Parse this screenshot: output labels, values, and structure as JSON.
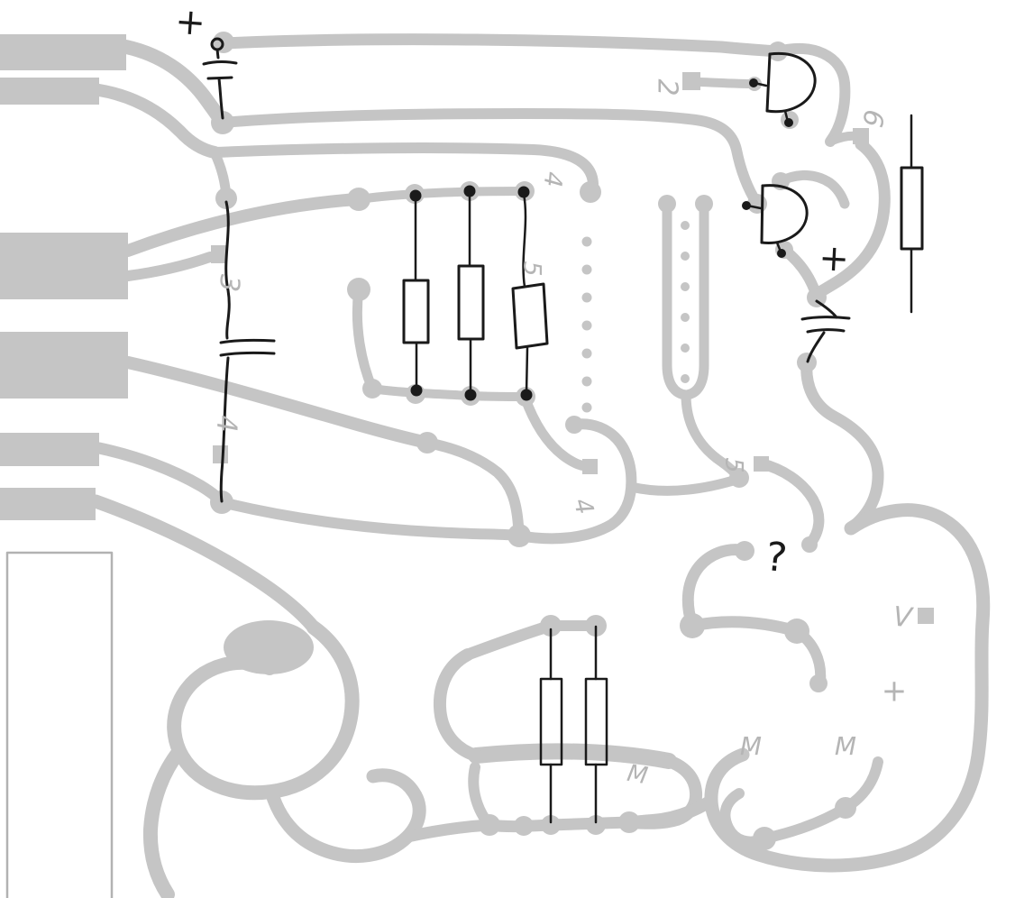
{
  "meta": {
    "title": "Hand-drawn PCB copper trace layout with component overlay",
    "background": "#ffffff",
    "trace_color": "#c5c5c5",
    "pad_color": "#c5c5c5",
    "outline_color": "#b2b2b2",
    "ink_color": "#1a1a1a",
    "label_color": "#b5b5b5"
  },
  "edge_connector": {
    "pad_count": 6
  },
  "labels": [
    {
      "id": "plus-top-left",
      "text": "+"
    },
    {
      "id": "pin-2",
      "text": "2"
    },
    {
      "id": "pin-6",
      "text": "6"
    },
    {
      "id": "pin-3",
      "text": "3"
    },
    {
      "id": "pin-4-left",
      "text": "4"
    },
    {
      "id": "pin-4-top",
      "text": "4"
    },
    {
      "id": "pin-5-mid",
      "text": "5"
    },
    {
      "id": "plus-right",
      "text": "+"
    },
    {
      "id": "pin-5-right",
      "text": "5"
    },
    {
      "id": "pin-4-center",
      "text": "4"
    },
    {
      "id": "question-mark",
      "text": "?"
    },
    {
      "id": "label-v",
      "text": "V"
    },
    {
      "id": "plus-bottom-right",
      "text": "+"
    },
    {
      "id": "mark-m-1",
      "text": "M"
    },
    {
      "id": "mark-m-2",
      "text": "M"
    },
    {
      "id": "mark-m-3",
      "text": "M"
    }
  ],
  "components": [
    {
      "name": "electrolytic-capacitor",
      "location": "top-left"
    },
    {
      "name": "film-capacitor",
      "location": "left-center"
    },
    {
      "name": "resistor",
      "location": "center-1"
    },
    {
      "name": "resistor",
      "location": "center-2"
    },
    {
      "name": "resistor",
      "location": "center-3"
    },
    {
      "name": "transistor",
      "location": "top-right",
      "package": "half-round-outline"
    },
    {
      "name": "transistor",
      "location": "right",
      "package": "half-round-outline"
    },
    {
      "name": "electrolytic-capacitor",
      "location": "right"
    },
    {
      "name": "resistor",
      "location": "right-edge"
    },
    {
      "name": "resistor",
      "location": "bottom-center-1"
    },
    {
      "name": "resistor",
      "location": "bottom-center-2"
    }
  ]
}
